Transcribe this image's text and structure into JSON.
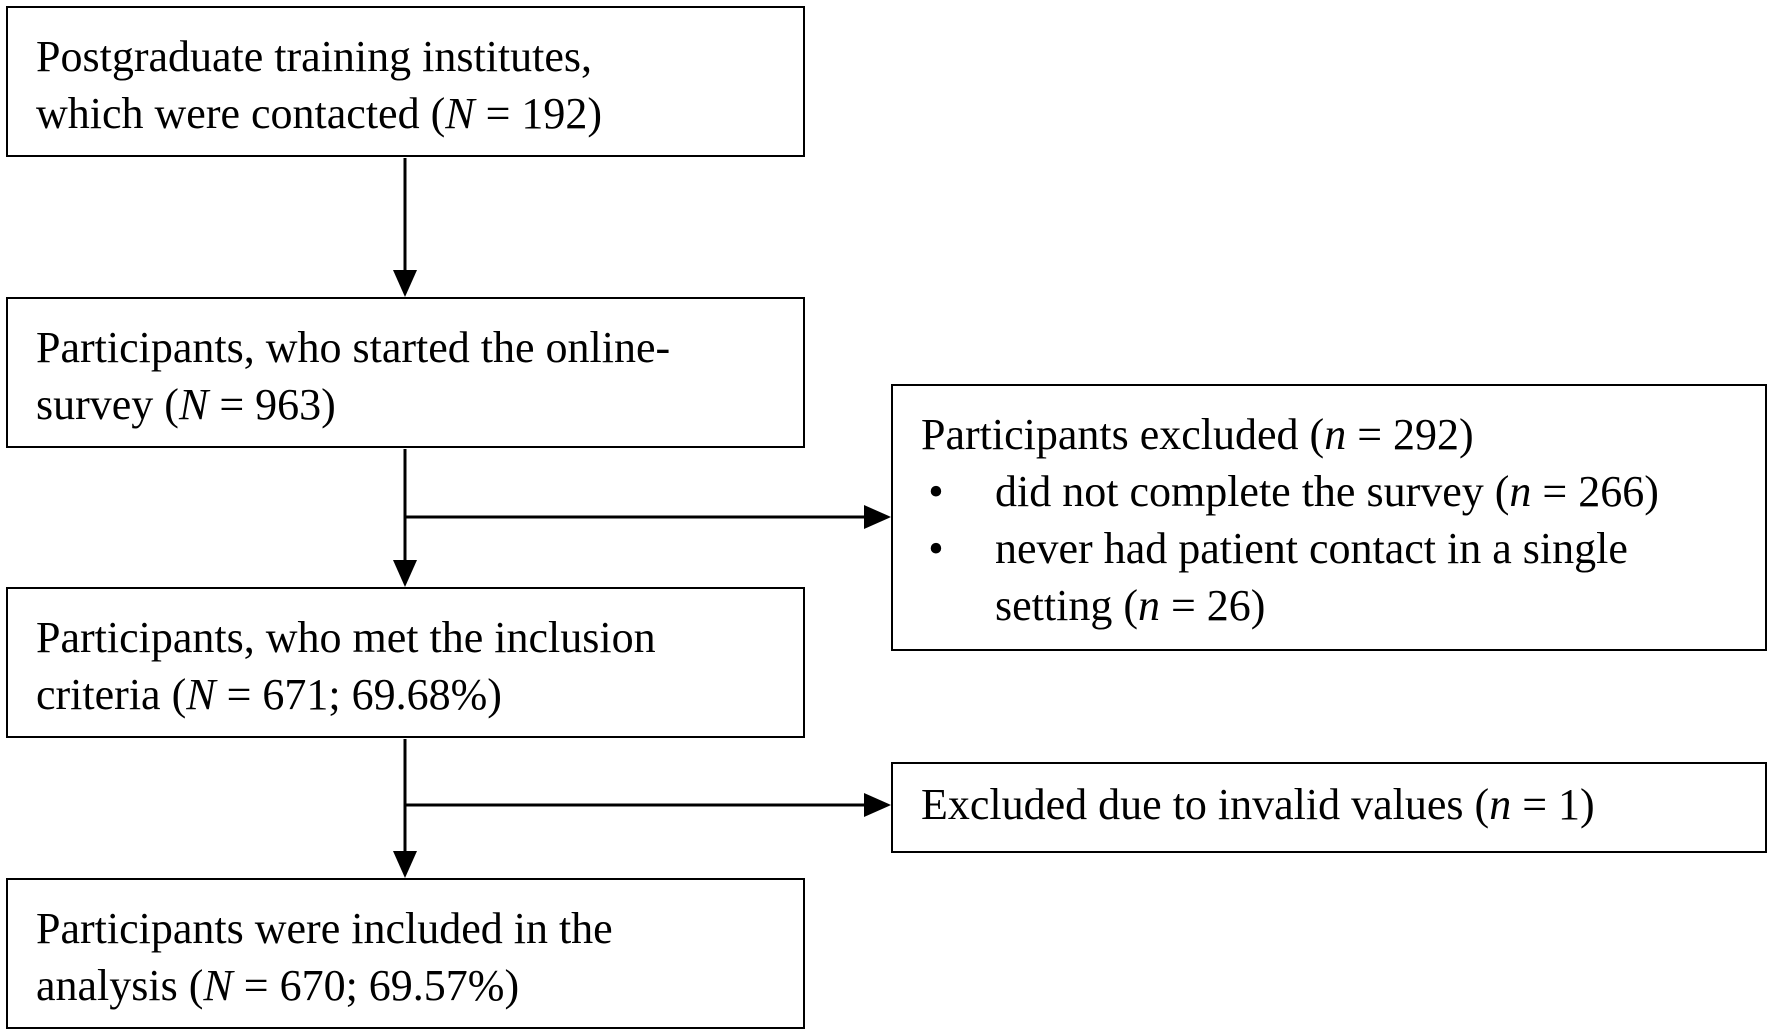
{
  "boxes": {
    "institutes": {
      "line1": "Postgraduate training institutes,",
      "line2_prefix": "which were contacted (",
      "line2_var": "N",
      "line2_suffix": " = 192)"
    },
    "started": {
      "line1": "Participants, who started the online-",
      "line2_prefix": "survey (",
      "line2_var": "N",
      "line2_suffix": " = 963)"
    },
    "inclusion": {
      "line1": "Participants, who met the inclusion",
      "line2_prefix": "criteria (",
      "line2_var": "N",
      "line2_suffix": " = 671; 69.68%)"
    },
    "analysis": {
      "line1": "Participants were included in the",
      "line2_prefix": "analysis (",
      "line2_var": "N",
      "line2_suffix": " = 670; 69.57%)"
    },
    "excluded": {
      "title_prefix": "Participants excluded (",
      "title_var": "n",
      "title_suffix": " = 292)",
      "bullet_glyph": "•",
      "reasons": [
        {
          "line1_prefix": "did not complete the survey (",
          "line1_var": "n",
          "line1_suffix": " = 266)"
        },
        {
          "line1": "never had patient contact in a single",
          "line2_prefix": "setting (",
          "line2_var": "n",
          "line2_suffix": " = 26)"
        }
      ]
    },
    "invalid": {
      "line1_prefix": "Excluded due to invalid values (",
      "line1_var": "n",
      "line1_suffix": " = 1)"
    }
  }
}
